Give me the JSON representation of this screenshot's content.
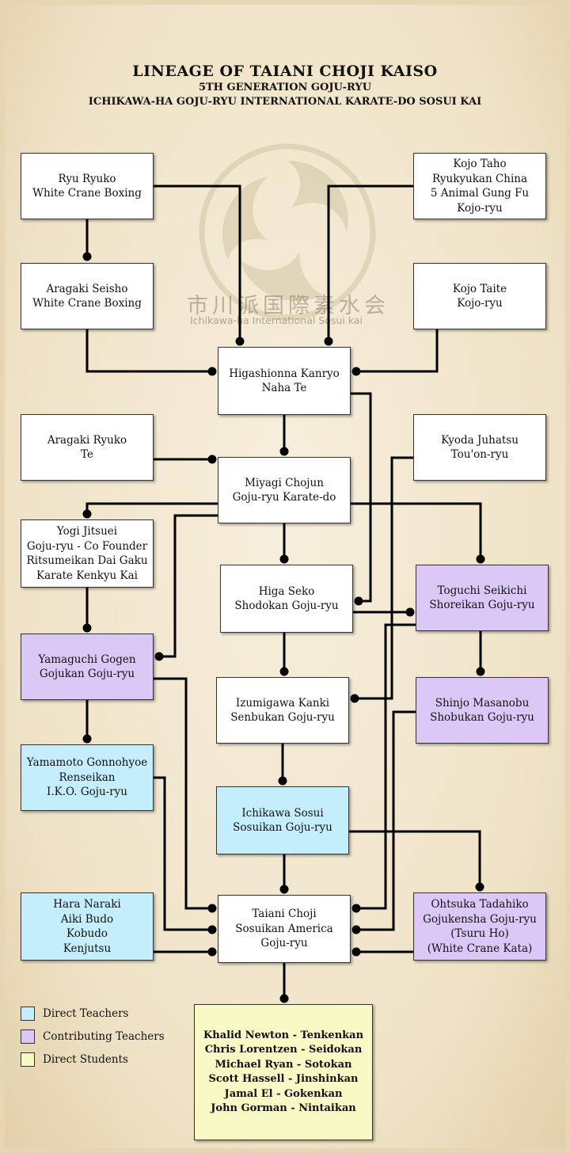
{
  "title": {
    "line1": "LINEAGE OF TAIANI CHOJI KAISO",
    "line2": "5TH GENERATION GOJU-RYU",
    "line3": "ICHIKAWA-HA GOJU-RYU INTERNATIONAL KARATE-DO SOSUI KAI"
  },
  "watermark": {
    "kanji": "市川派国際素水会",
    "latin": "Ichikawa-ha International Sosui kai"
  },
  "nodes": [
    {
      "key": "ryu-ryuko",
      "type": "plain",
      "lines": [
        "Ryu Ryuko",
        "White Crane Boxing"
      ]
    },
    {
      "key": "kojo-taho",
      "type": "plain",
      "lines": [
        "Kojo Taho",
        "Ryukyukan China",
        "5 Animal Gung Fu",
        "Kojo-ryu"
      ]
    },
    {
      "key": "aragaki-seisho",
      "type": "plain",
      "lines": [
        "Aragaki Seisho",
        "White Crane Boxing"
      ]
    },
    {
      "key": "kojo-taite",
      "type": "plain",
      "lines": [
        "Kojo Taite",
        "Kojo-ryu"
      ]
    },
    {
      "key": "higashionna-kanryo",
      "type": "plain",
      "lines": [
        "Higashionna Kanryo",
        "Naha Te"
      ]
    },
    {
      "key": "aragaki-ryuko",
      "type": "plain",
      "lines": [
        "Aragaki Ryuko",
        "Te"
      ]
    },
    {
      "key": "kyoda-juhatsu",
      "type": "plain",
      "lines": [
        "Kyoda Juhatsu",
        "Tou'on-ryu"
      ]
    },
    {
      "key": "miyagi-chojun",
      "type": "plain",
      "lines": [
        "Miyagi Chojun",
        "Goju-ryu Karate-do"
      ]
    },
    {
      "key": "yogi-jitsuei",
      "type": "plain",
      "lines": [
        "Yogi Jitsuei",
        "Goju-ryu - Co Founder",
        "Ritsumeikan Dai Gaku",
        "Karate Kenkyu Kai"
      ]
    },
    {
      "key": "higa-seko",
      "type": "plain",
      "lines": [
        "Higa Seko",
        "Shodokan Goju-ryu"
      ]
    },
    {
      "key": "toguchi-seikichi",
      "type": "contrib",
      "lines": [
        "Toguchi Seikichi",
        "Shoreikan Goju-ryu"
      ]
    },
    {
      "key": "yamaguchi-gogen",
      "type": "contrib",
      "lines": [
        "Yamaguchi Gogen",
        "Gojukan Goju-ryu"
      ]
    },
    {
      "key": "izumigawa-kanki",
      "type": "plain",
      "lines": [
        "Izumigawa Kanki",
        "Senbukan Goju-ryu"
      ]
    },
    {
      "key": "shinjo-masanobu",
      "type": "contrib",
      "lines": [
        "Shinjo Masanobu",
        "Shobukan Goju-ryu"
      ]
    },
    {
      "key": "yamamoto-gonnohyoe",
      "type": "direct",
      "lines": [
        "Yamamoto Gonnohyoe",
        "Renseikan",
        "I.K.O. Goju-ryu"
      ]
    },
    {
      "key": "ichikawa-sosui",
      "type": "direct",
      "lines": [
        "Ichikawa Sosui",
        "Sosuikan Goju-ryu"
      ]
    },
    {
      "key": "hara-naraki",
      "type": "direct",
      "lines": [
        "Hara Naraki",
        "Aiki Budo",
        "Kobudo",
        "Kenjutsu"
      ]
    },
    {
      "key": "taiani-choji",
      "type": "plain",
      "lines": [
        "Taiani Choji",
        "Sosuikan America",
        "Goju-ryu"
      ]
    },
    {
      "key": "ohtsuka-tadahiko",
      "type": "contrib",
      "lines": [
        "Ohtsuka Tadahiko",
        "Gojukensha Goju-ryu",
        "(Tsuru Ho)",
        "(White Crane Kata)"
      ]
    },
    {
      "key": "direct-students",
      "type": "student",
      "lines": [
        "Khalid Newton - Tenkenkan",
        "Chris Lorentzen - Seidokan",
        "Michael Ryan - Sotokan",
        "Scott Hassell - Jinshinkan",
        "Jamal El - Gokenkan",
        "John Gorman - Nintaikan"
      ]
    }
  ],
  "legend": [
    {
      "label": "Direct Teachers",
      "color": "#c4eefb"
    },
    {
      "label": "Contributing Teachers",
      "color": "#dcc8f6"
    },
    {
      "label": "Direct Students",
      "color": "#f9f9c6"
    }
  ]
}
